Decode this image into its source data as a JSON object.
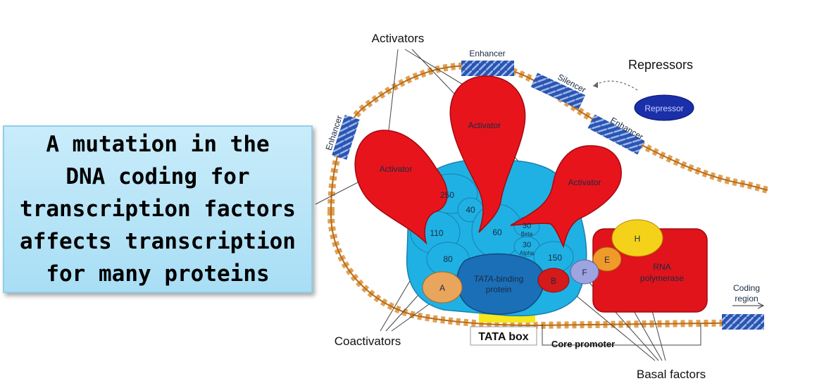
{
  "callout": {
    "line1": "A mutation in the",
    "line2": "DNA coding for",
    "line3": "transcription factors",
    "line4": "affects transcription",
    "line5": "for many proteins"
  },
  "labels": {
    "activators": "Activators",
    "repressors": "Repressors",
    "coactivators": "Coactivators",
    "basal_factors": "Basal factors",
    "tata_box": "TATA box",
    "core_promoter": "Core promoter",
    "coding_region_1": "Coding",
    "coding_region_2": "region",
    "enhancer_left": "Enhancer",
    "enhancer_top": "Enhancer",
    "enhancer_right": "Enhancer",
    "silencer": "Silencer",
    "repressor": "Repressor",
    "activator_left": "Activator",
    "activator_center": "Activator",
    "activator_right": "Activator",
    "rna_pol_1": "RNA",
    "rna_pol_2": "polymerase",
    "tbp_1": "TATA-binding",
    "tbp_2": "protein",
    "tbp_italic": "TATA",
    "tbp_rest": "-binding",
    "sub_250": "250",
    "sub_40": "40",
    "sub_110": "110",
    "sub_60": "60",
    "sub_80": "80",
    "sub_30_beta": "30",
    "beta": "Beta",
    "sub_30_alpha": "30",
    "alpha": "Alpha",
    "sub_150": "150",
    "factor_a": "A",
    "factor_b": "B",
    "factor_e": "E",
    "factor_f": "F",
    "factor_h": "H"
  },
  "colors": {
    "activator_red": "#e8141c",
    "tfiid_blue": "#1fb1e3",
    "tbp_blue": "#1b6fb6",
    "dna_orange": "#e0a050",
    "enhancer_blue": "#2a55b0",
    "repressor_blue": "#1a2fa8",
    "polymerase_red": "#e0141a",
    "factor_h_yellow": "#f5d21a",
    "factor_e_orange": "#f09a2a",
    "factor_f_lilac": "#9ea4e0",
    "factor_a_tan": "#e9a55c",
    "tata_yellow": "#f6e81c",
    "callout_bg": "#b8e5f8"
  }
}
